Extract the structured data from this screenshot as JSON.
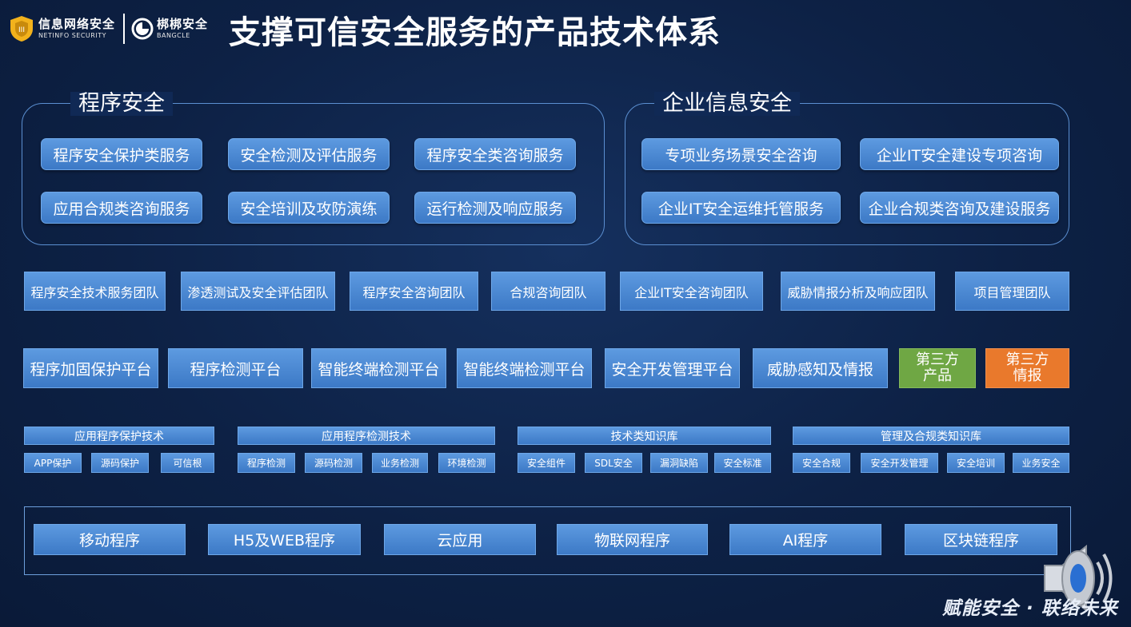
{
  "header": {
    "logo1_cn": "信息网络安全",
    "logo1_en": "NETINFO SECURITY",
    "logo2_cn": "梆梆安全",
    "logo2_en": "BANGCLE",
    "title": "支撑可信安全服务的产品技术体系"
  },
  "program_security": {
    "title": "程序安全",
    "services": [
      "程序安全保护类服务",
      "安全检测及评估服务",
      "程序安全类咨询服务",
      "应用合规类咨询服务",
      "安全培训及攻防演练",
      "运行检测及响应服务"
    ]
  },
  "enterprise_security": {
    "title": "企业信息安全",
    "services": [
      "专项业务场景安全咨询",
      "企业IT安全建设专项咨询",
      "企业IT安全运维托管服务",
      "企业合规类咨询及建设服务"
    ]
  },
  "teams": [
    "程序安全技术服务团队",
    "渗透测试及安全评估团队",
    "程序安全咨询团队",
    "合规咨询团队",
    "企业IT安全咨询团队",
    "威胁情报分析及响应团队",
    "项目管理团队"
  ],
  "platforms": [
    "程序加固保护平台",
    "程序检测平台",
    "智能终端检测平台",
    "智能终端检测平台",
    "安全开发管理平台",
    "威胁感知及情报"
  ],
  "third_party": {
    "product": [
      "第三方",
      "产品"
    ],
    "intel": [
      "第三方",
      "情报"
    ],
    "product_color": "#6fa744",
    "intel_color": "#e9792c"
  },
  "tech": [
    {
      "header": "应用程序保护技术",
      "items": [
        "APP保护",
        "源码保护",
        "可信根"
      ]
    },
    {
      "header": "应用程序检测技术",
      "items": [
        "程序检测",
        "源码检测",
        "业务检测",
        "环境检测"
      ]
    },
    {
      "header": "技术类知识库",
      "items": [
        "安全组件",
        "SDL安全",
        "漏洞缺陷",
        "安全标准"
      ]
    },
    {
      "header": "管理及合规类知识库",
      "items": [
        "安全合规",
        "安全开发管理",
        "安全培训",
        "业务安全"
      ]
    }
  ],
  "applications": [
    "移动程序",
    "H5及WEB程序",
    "云应用",
    "物联网程序",
    "AI程序",
    "区块链程序"
  ],
  "watermark": "赋能安全 · 联络未来",
  "icons": {
    "logo1": "shield-logo-icon",
    "logo2": "bangcle-logo-icon",
    "speaker": "speaker-icon"
  },
  "colors": {
    "background": "#0d2145",
    "button": "#4a88d4",
    "border": "#5b8fd1"
  }
}
